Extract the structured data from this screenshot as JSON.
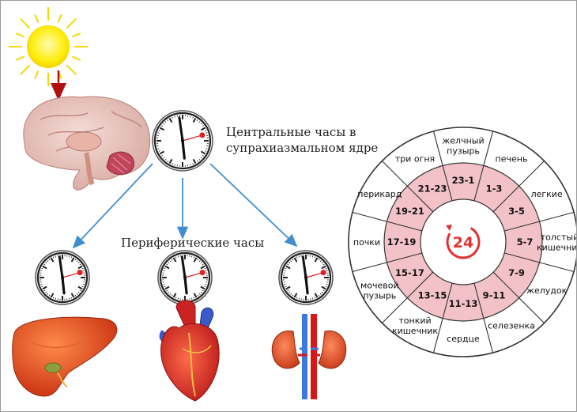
{
  "captions": {
    "central_line1": "Центральные часы в",
    "central_line2": "супрахиазмальном ядре",
    "peripheral": "Периферические часы"
  },
  "wheel": {
    "center_label": "24",
    "segments": [
      {
        "organ": [
          "желчный",
          "пузырь"
        ],
        "time": "23-1"
      },
      {
        "organ": [
          "печень"
        ],
        "time": "1-3"
      },
      {
        "organ": [
          "легкие"
        ],
        "time": "3-5"
      },
      {
        "organ": [
          "толстый",
          "кишечник"
        ],
        "time": "5-7"
      },
      {
        "organ": [
          "желудок"
        ],
        "time": "7-9"
      },
      {
        "organ": [
          "селезенка"
        ],
        "time": "9-11"
      },
      {
        "organ": [
          "сердце"
        ],
        "time": "11-13"
      },
      {
        "organ": [
          "тонкий",
          "кишечник"
        ],
        "time": "13-15"
      },
      {
        "organ": [
          "мочевой",
          "пузырь"
        ],
        "time": "15-17"
      },
      {
        "organ": [
          "почки"
        ],
        "time": "17-19"
      },
      {
        "organ": [
          "перикард"
        ],
        "time": "19-21"
      },
      {
        "organ": [
          "три огня"
        ],
        "time": "21-23"
      }
    ]
  },
  "colors": {
    "sun": "#ffe600",
    "sun_rays": "#f5d800",
    "sun_arrow": "#b01010",
    "connector": "#3f8ed0",
    "inner_ring": "#f3c2c8",
    "wheel_line": "#333333",
    "center_badge": "#e53030"
  }
}
